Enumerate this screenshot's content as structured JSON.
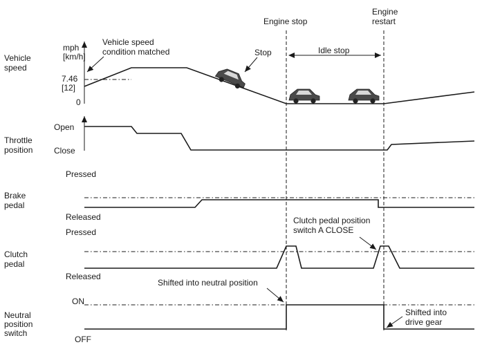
{
  "rows": {
    "vehicle_speed": "Vehicle\nspeed",
    "throttle": "Throttle\nposition",
    "brake": "Brake\npedal",
    "clutch": "Clutch\npedal",
    "neutral": "Neutral\nposition\nswitch"
  },
  "axes": {
    "speed_unit": "mph\n[km/h]",
    "speed_val": "7.46\n[12]",
    "zero": "0",
    "open": "Open",
    "close": "Close",
    "pressed": "Pressed",
    "released": "Released",
    "on": "ON",
    "off": "OFF"
  },
  "annotations": {
    "engine_stop": "Engine stop",
    "engine_restart": "Engine\nrestart",
    "idle_stop": "Idle stop",
    "stop": "Stop",
    "speed_matched": "Vehicle speed\ncondition matched",
    "clutch_switch": "Clutch pedal position\nswitch A CLOSE",
    "neutral_shift": "Shifted into neutral position",
    "drive_shift": "Shifted into\ndrive gear"
  },
  "icons": [
    "car-icon",
    "car-icon",
    "car-icon"
  ]
}
